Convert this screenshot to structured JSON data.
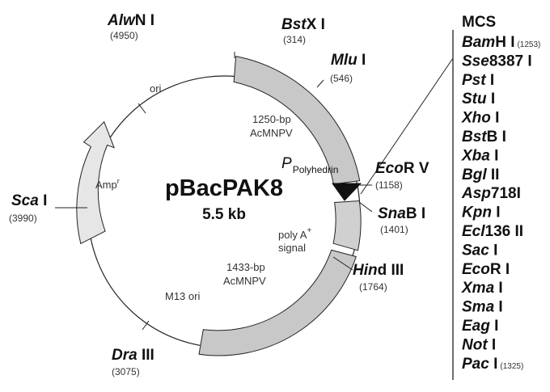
{
  "plasmid": {
    "name": "pBacPAK8",
    "size": "5.5 kb"
  },
  "sites": [
    {
      "id": "alwn1",
      "italic": "Alw",
      "rest": "N I",
      "pos": "(4950)"
    },
    {
      "id": "bstx1",
      "italic": "Bst",
      "rest": "X I",
      "pos": "(314)"
    },
    {
      "id": "mlu1",
      "italic": "Mlu",
      "rest": " I",
      "pos": "(546)"
    },
    {
      "id": "ecorv",
      "italic": "Eco",
      "rest": "R V",
      "pos": "(1158)"
    },
    {
      "id": "snab1",
      "italic": "Sna",
      "rest": "B I",
      "pos": "(1401)"
    },
    {
      "id": "hind3",
      "italic": "Hin",
      "rest": "d III",
      "pos": "(1764)"
    },
    {
      "id": "dra3",
      "italic": "Dra",
      "rest": " III",
      "pos": "(3075)"
    },
    {
      "id": "sca1",
      "italic": "Sca",
      "rest": " I",
      "pos": "(3990)"
    }
  ],
  "features": {
    "ori": "ori",
    "amp": "Amp",
    "amp_sup": "r",
    "upstream_line1": "1250-bp",
    "upstream_line2": "AcMNPV",
    "promoter_p": "P",
    "promoter_sub": "Polyhedrin",
    "polya_line1": "poly A",
    "polya_sup": "+",
    "polya_line2": "signal",
    "downstream_line1": "1433-bp",
    "downstream_line2": "AcMNPV",
    "m13": "M13 ori"
  },
  "mcs": {
    "title": "MCS",
    "items": [
      {
        "italic": "Bam",
        "rest": "H I",
        "pos": "(1253)"
      },
      {
        "italic": "Sse",
        "rest": "8387 I",
        "pos": ""
      },
      {
        "italic": "Pst",
        "rest": " I",
        "pos": ""
      },
      {
        "italic": "Stu",
        "rest": " I",
        "pos": ""
      },
      {
        "italic": "Xho",
        "rest": " I",
        "pos": ""
      },
      {
        "italic": "Bst",
        "rest": "B I",
        "pos": ""
      },
      {
        "italic": "Xba",
        "rest": " I",
        "pos": ""
      },
      {
        "italic": "Bgl",
        "rest": " II",
        "pos": ""
      },
      {
        "italic": "Asp",
        "rest": "718I",
        "pos": ""
      },
      {
        "italic": "Kpn",
        "rest": " I",
        "pos": ""
      },
      {
        "italic": "Ecl",
        "rest": "136 II",
        "pos": ""
      },
      {
        "italic": "Sac",
        "rest": " I",
        "pos": ""
      },
      {
        "italic": "Eco",
        "rest": "R I",
        "pos": ""
      },
      {
        "italic": "Xma",
        "rest": " I",
        "pos": ""
      },
      {
        "italic": "Sma",
        "rest": " I",
        "pos": ""
      },
      {
        "italic": "Eag",
        "rest": " I",
        "pos": ""
      },
      {
        "italic": "Not",
        "rest": " I",
        "pos": ""
      },
      {
        "italic": "Pac",
        "rest": " I",
        "pos": "(1325)"
      }
    ]
  },
  "colors": {
    "arrow_fill": "#c8c8c8",
    "polyhedrin_fill": "#111111",
    "line": "#222222"
  }
}
